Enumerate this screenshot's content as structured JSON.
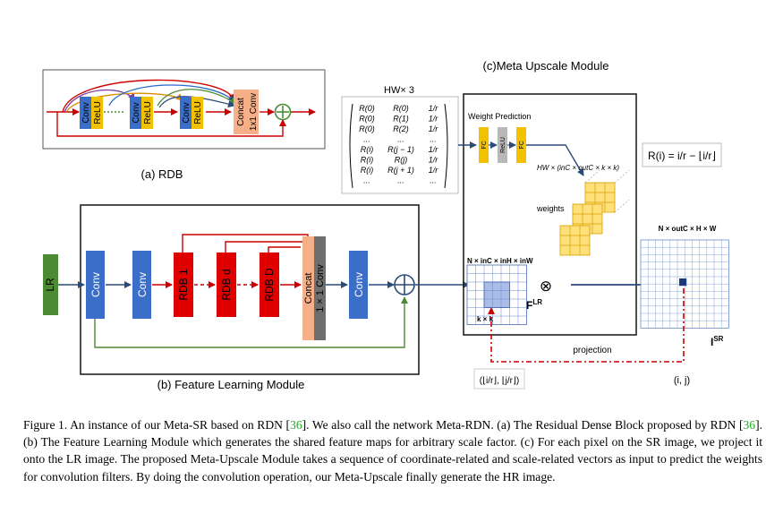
{
  "rdb": {
    "conv_label": "Conv",
    "relu_label": "ReLU",
    "concat_label": "Concat",
    "conv1x1_label": "1x1 Conv",
    "title": "(a) RDB"
  },
  "flm": {
    "lr_label": "LR",
    "conv_label": "Conv",
    "rdb1_label": "RDB 1",
    "rdbd_label": "RDB d",
    "rdbD_label": "RDB D",
    "concat_label": "Concat",
    "conv1x1_label": "1 × 1 Conv",
    "title": "(b) Feature Learning  Module"
  },
  "mum": {
    "title": "(c)Meta Upscale Module",
    "input_header": "HW× 3",
    "matrix_rows": [
      [
        "R(0)",
        "R(0)",
        "1/r"
      ],
      [
        "R(0)",
        "R(1)",
        "1/r"
      ],
      [
        "R(0)",
        "R(2)",
        "1/r"
      ],
      [
        "...",
        "...",
        "..."
      ],
      [
        "R(i)",
        "R(j − 1)",
        "1/r"
      ],
      [
        "R(i)",
        "R(j)",
        "1/r"
      ],
      [
        "R(i)",
        "R(j + 1)",
        "1/r"
      ],
      [
        "...",
        "...",
        "..."
      ]
    ],
    "weight_prediction_label": "Weight Prediction",
    "fc_label": "FC",
    "relu_label": "ReLU",
    "weights_dim": "HW × (inC × outC × k × k)",
    "weights_label": "weights",
    "formula": "R(i) = i/r − ⌊i/r⌋",
    "feature_dim": "N × inC × inH × inW",
    "kernel_label": "k × k",
    "flr_label": "F",
    "flr_sup": "LR",
    "otimes": "⊗",
    "output_dim": "N × outC × H × W",
    "isr_label": "I",
    "isr_sup": "SR",
    "projection_label": "projection",
    "proj_coord": "(⌊i/r⌋, ⌊j/r⌋)",
    "ij_label": "(i, j)"
  },
  "caption": {
    "part1": "Figure 1. An instance of our Meta-SR based on RDN [",
    "ref1": "36",
    "part2": "]. We also call the network Meta-RDN. (a) The Residual Dense Block proposed by RDN [",
    "ref2": "36",
    "part3": "]. (b) The Feature Learning Module which generates the shared feature maps for arbitrary scale factor. (c) For each pixel on the SR image, we project it onto the LR image. The proposed Meta-Upscale Module takes a sequence of coordinate-related and scale-related vectors as input to predict the weights for convolution filters. By doing the convolution operation, our Meta-Upscale finally generate the HR image."
  },
  "colors": {
    "conv_blue": "#3a6ec8",
    "relu_yellow": "#f2c200",
    "rdb_red": "#e00000",
    "concat_peach": "#f5b08a",
    "conv1x1_gray": "#6e6e6e",
    "lr_green": "#4c8a34",
    "path_green": "#4c8a34",
    "path_red": "#cc0000",
    "path_blue": "#2a4a7a",
    "grid_yellow": "#ffe07a",
    "feature_blue": "#a9bde8"
  }
}
